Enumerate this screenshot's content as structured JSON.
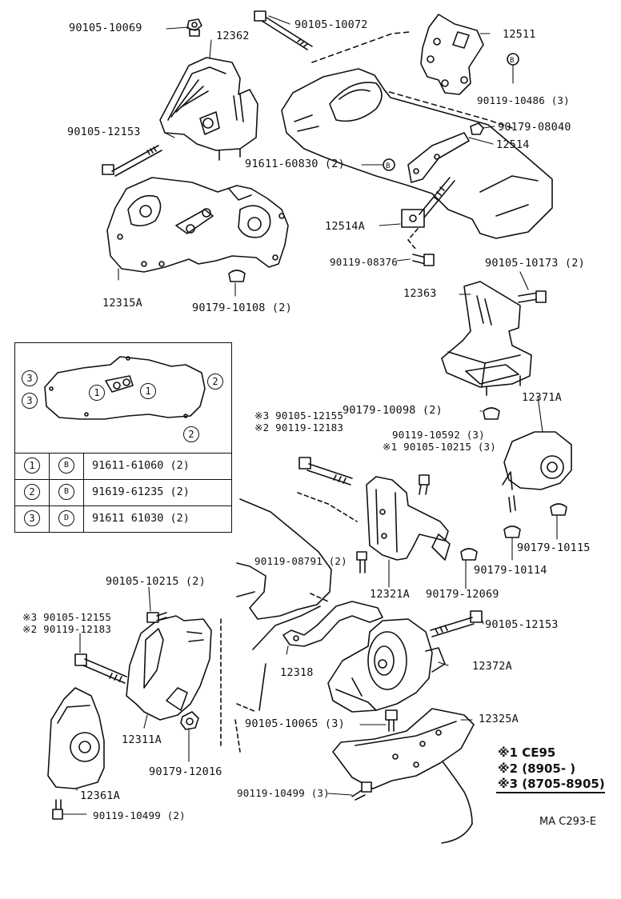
{
  "labels": {
    "p90105_10069": "90105-10069",
    "p90105_10072": "90105-10072",
    "p12362": "12362",
    "p12511": "12511",
    "p90119_10486": "90119-10486 (3)",
    "p90105_12153_top": "90105-12153",
    "p90179_08040": "90179-08040",
    "p12514": "12514",
    "p91611_60830": "91611-60830 (2)",
    "p12514A": "12514A",
    "p90119_08376": "90119-08376",
    "p90105_10173": "90105-10173 (2)",
    "p12315A": "12315A",
    "p90179_10108": "90179-10108 (2)",
    "p12363": "12363",
    "p12371A": "12371A",
    "p90179_10098": "90179-10098 (2)",
    "p3_90105_12155_a": "※3 90105-12155",
    "p2_90119_12183_a": "※2 90119-12183",
    "p90119_10592": "90119-10592 (3)",
    "p1_90105_10215": "※1 90105-10215 (3)",
    "p90179_10115": "90179-10115",
    "p90179_10114": "90179-10114",
    "p90119_08791": "90119-08791 (2)",
    "p12321A": "12321A",
    "p90179_12069": "90179-12069",
    "p90105_10215_2": "90105-10215 (2)",
    "p3_90105_12155_b": "※3 90105-12155",
    "p2_90119_12183_b": "※2 90119-12183",
    "p90105_12153_mid": "90105-12153",
    "p12318": "12318",
    "p12372A": "12372A",
    "p12311A": "12311A",
    "p90105_10065": "90105-10065 (3)",
    "p12325A": "12325A",
    "p90179_12016": "90179-12016",
    "p12361A": "12361A",
    "p90119_10499_3": "90119-10499 (3)",
    "p90119_10499_2": "90119-10499 (2)"
  },
  "legend": {
    "inset_marks": [
      "3",
      "3",
      "1",
      "1",
      "2",
      "2"
    ],
    "rows": [
      {
        "num": "1",
        "letter": "B",
        "part": "91611-61060 (2)"
      },
      {
        "num": "2",
        "letter": "B",
        "part": "91619-61235 (2)"
      },
      {
        "num": "3",
        "letter": "D",
        "part": "91611 61030 (2)"
      }
    ]
  },
  "notes": [
    "※1 CE95",
    "※2 (8905-      )",
    "※3 (8705-8905)"
  ],
  "ref_code": "MA C293-E"
}
